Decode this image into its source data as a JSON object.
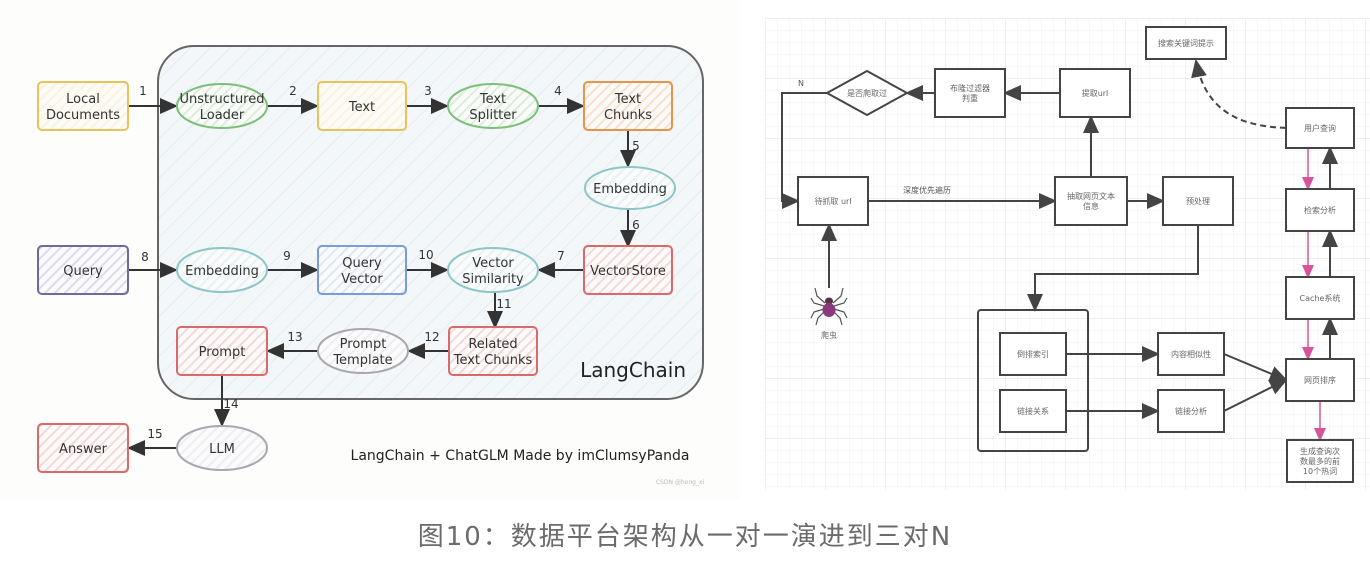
{
  "caption": "图10：数据平台架构从一对一演进到三对N",
  "left_diagram": {
    "container_label": "LangChain",
    "footer": "LangChain + ChatGLM Made by imClumsyPanda",
    "watermark": "CSDN @hong_xi",
    "nodes": [
      {
        "id": "local_docs",
        "lines": [
          "Local",
          "Documents"
        ],
        "shape": "rect",
        "stroke": "#e8c25a",
        "fill": "#fdf3d6"
      },
      {
        "id": "unstructured_loader",
        "lines": [
          "Unstructured",
          "Loader"
        ],
        "shape": "ellipse",
        "stroke": "#7bbf7b",
        "fill": "#d9efd6"
      },
      {
        "id": "text",
        "lines": [
          "Text"
        ],
        "shape": "rect",
        "stroke": "#e8c25a",
        "fill": "#fdf3d6"
      },
      {
        "id": "text_splitter",
        "lines": [
          "Text",
          "Splitter"
        ],
        "shape": "ellipse",
        "stroke": "#7bbf7b",
        "fill": "#d9efd6"
      },
      {
        "id": "text_chunks",
        "lines": [
          "Text",
          "Chunks"
        ],
        "shape": "rect",
        "stroke": "#e5954a",
        "fill": "#fbe0c6"
      },
      {
        "id": "embedding_top",
        "lines": [
          "Embedding"
        ],
        "shape": "ellipse",
        "stroke": "#8ec5c9",
        "fill": "#e4f3f3"
      },
      {
        "id": "vectorstore",
        "lines": [
          "VectorStore"
        ],
        "shape": "rect",
        "stroke": "#d96a6a",
        "fill": "#f8d7d7"
      },
      {
        "id": "query",
        "lines": [
          "Query"
        ],
        "shape": "rect",
        "stroke": "#6e6a9e",
        "fill": "#dddcef"
      },
      {
        "id": "embedding_mid",
        "lines": [
          "Embedding"
        ],
        "shape": "ellipse",
        "stroke": "#8ec5c9",
        "fill": "#e4f3f3"
      },
      {
        "id": "query_vector",
        "lines": [
          "Query",
          "Vector"
        ],
        "shape": "rect",
        "stroke": "#7a9ad8",
        "fill": "#dfe7f8"
      },
      {
        "id": "vector_similarity",
        "lines": [
          "Vector",
          "Similarity"
        ],
        "shape": "ellipse",
        "stroke": "#8ec5c9",
        "fill": "#e4f3f3"
      },
      {
        "id": "related_chunks",
        "lines": [
          "Related",
          "Text Chunks"
        ],
        "shape": "rect",
        "stroke": "#d96a6a",
        "fill": "#f8d7d7"
      },
      {
        "id": "prompt_template",
        "lines": [
          "Prompt",
          "Template"
        ],
        "shape": "ellipse",
        "stroke": "#a8a8b0",
        "fill": "#eeeef2"
      },
      {
        "id": "prompt",
        "lines": [
          "Prompt"
        ],
        "shape": "rect",
        "stroke": "#d96a6a",
        "fill": "#f8d7d7"
      },
      {
        "id": "llm",
        "lines": [
          "LLM"
        ],
        "shape": "ellipse",
        "stroke": "#a8a8b0",
        "fill": "#eeeef2"
      },
      {
        "id": "answer",
        "lines": [
          "Answer"
        ],
        "shape": "rect",
        "stroke": "#d96a6a",
        "fill": "#f8d7d7"
      }
    ],
    "edges": [
      {
        "from": "local_docs",
        "to": "unstructured_loader",
        "label": "1"
      },
      {
        "from": "unstructured_loader",
        "to": "text",
        "label": "2"
      },
      {
        "from": "text",
        "to": "text_splitter",
        "label": "3"
      },
      {
        "from": "text_splitter",
        "to": "text_chunks",
        "label": "4"
      },
      {
        "from": "text_chunks",
        "to": "embedding_top",
        "label": "5"
      },
      {
        "from": "embedding_top",
        "to": "vectorstore",
        "label": "6"
      },
      {
        "from": "vectorstore",
        "to": "vector_similarity",
        "label": "7"
      },
      {
        "from": "query",
        "to": "embedding_mid",
        "label": "8"
      },
      {
        "from": "embedding_mid",
        "to": "query_vector",
        "label": "9"
      },
      {
        "from": "query_vector",
        "to": "vector_similarity",
        "label": "10"
      },
      {
        "from": "vector_similarity",
        "to": "related_chunks",
        "label": "11"
      },
      {
        "from": "related_chunks",
        "to": "prompt_template",
        "label": "12"
      },
      {
        "from": "prompt_template",
        "to": "prompt",
        "label": "13"
      },
      {
        "from": "prompt",
        "to": "llm",
        "label": "14"
      },
      {
        "from": "llm",
        "to": "answer",
        "label": "15"
      }
    ]
  },
  "right_diagram": {
    "nodes": [
      {
        "id": "crawled_check",
        "lines": [
          "是否爬取过"
        ],
        "shape": "diamond"
      },
      {
        "id": "bloom_filter",
        "lines": [
          "布隆过滤器",
          "判重"
        ],
        "shape": "rect"
      },
      {
        "id": "extract_url",
        "lines": [
          "提取url"
        ],
        "shape": "rect"
      },
      {
        "id": "search_hint",
        "lines": [
          "搜索关键词提示"
        ],
        "shape": "rect"
      },
      {
        "id": "pending_url",
        "lines": [
          "待抓取 url"
        ],
        "shape": "rect"
      },
      {
        "id": "extract_text",
        "lines": [
          "抽取网页文本",
          "信息"
        ],
        "shape": "rect"
      },
      {
        "id": "preprocess",
        "lines": [
          "预处理"
        ],
        "shape": "rect"
      },
      {
        "id": "user_query",
        "lines": [
          "用户查询"
        ],
        "shape": "rect"
      },
      {
        "id": "search_analysis",
        "lines": [
          "检索分析"
        ],
        "shape": "rect"
      },
      {
        "id": "cache_system",
        "lines": [
          "Cache系统"
        ],
        "shape": "rect"
      },
      {
        "id": "inverted_index",
        "lines": [
          "倒排索引"
        ],
        "shape": "rect"
      },
      {
        "id": "link_relation",
        "lines": [
          "链接关系"
        ],
        "shape": "rect"
      },
      {
        "id": "content_similarity",
        "lines": [
          "内容相似性"
        ],
        "shape": "rect"
      },
      {
        "id": "link_analysis",
        "lines": [
          "链接分析"
        ],
        "shape": "rect"
      },
      {
        "id": "page_ranking",
        "lines": [
          "网页排序"
        ],
        "shape": "rect"
      },
      {
        "id": "top10_hot",
        "lines": [
          "生成查询次",
          "数最多的前",
          "10个热词"
        ],
        "shape": "rect"
      }
    ],
    "labels": {
      "n_label": "N",
      "dfs_label": "深度优先遍历",
      "spider_label": "爬虫"
    },
    "colors": {
      "line": "#444444",
      "pink": "#d6549a",
      "grid": "#ececec",
      "spider_body": "#8a3a7a"
    }
  }
}
